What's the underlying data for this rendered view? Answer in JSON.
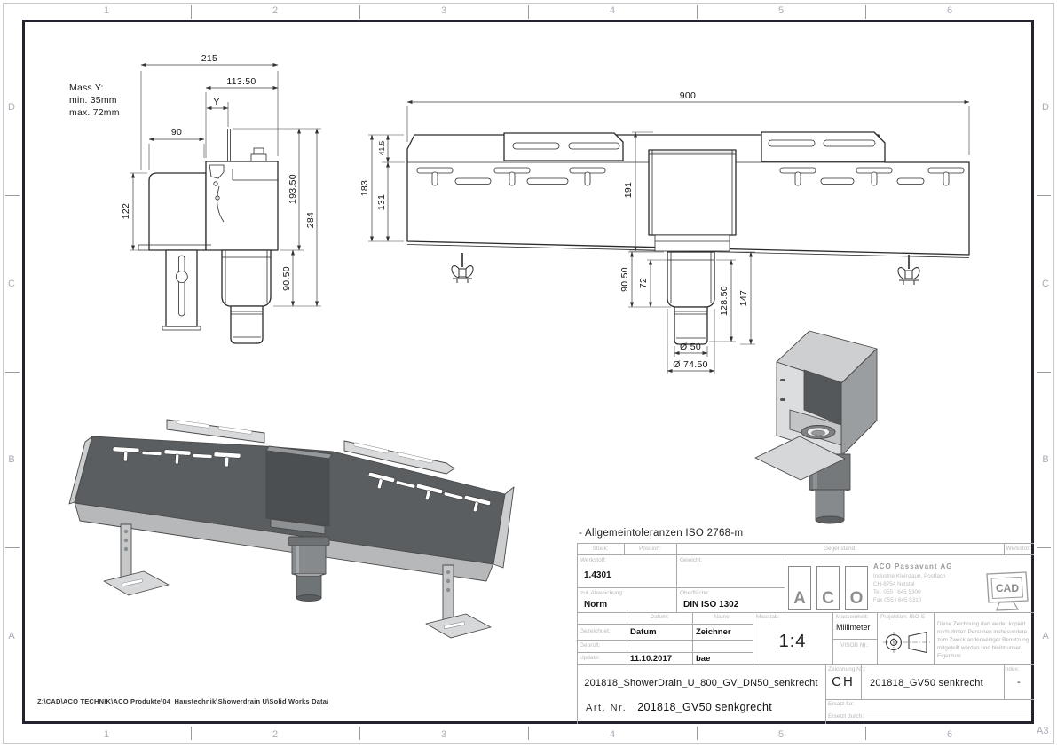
{
  "sheet": {
    "format": "A3",
    "grid_columns": [
      "1",
      "2",
      "3",
      "4",
      "5",
      "6"
    ],
    "grid_rows": [
      "D",
      "C",
      "B",
      "A"
    ]
  },
  "notes": {
    "mass_y_title": "Mass Y:",
    "mass_y_min": "min. 35mm",
    "mass_y_max": "max. 72mm",
    "tolerance_note": "- Allgemeintoleranzen ISO 2768-m",
    "file_path": "Z:\\CAD\\ACO TECHNIK\\ACO Produkte\\04_Haustechnik\\Showerdrain U\\Solid Works Data\\"
  },
  "side_view": {
    "dim_215": "215",
    "dim_113_50": "113.50",
    "dim_y": "Y",
    "dim_90": "90",
    "dim_122": "122",
    "dim_193_50": "193.50",
    "dim_284": "284",
    "dim_90_50": "90.50"
  },
  "front_view": {
    "dim_900": "900",
    "dim_41_5": "41.5",
    "dim_183": "183",
    "dim_131": "131",
    "dim_191": "191",
    "dim_90_50": "90.50",
    "dim_72": "72",
    "dim_128_50": "128.50",
    "dim_147": "147",
    "dim_dia_50": "Ø 50",
    "dim_dia_74_50": "Ø 74.50"
  },
  "title_block": {
    "labels": {
      "stueck": "Stück:",
      "position": "Position:",
      "gegenstand": "Gegenstand:",
      "werkstoff_top": "Werkstoff:",
      "werkstoff": "Werkstoff:",
      "gewicht": "Gewicht:",
      "abweichung": "zul. Abweichung:",
      "oberflaeche": "Oberfläche:",
      "datum": "Datum:",
      "name": "Name:",
      "masstab": "Masstab:",
      "gezeichnet": "Gezeichnet:",
      "geprueft": "Geprüft:",
      "update": "Update:",
      "masseinheit": "Masseinheit:",
      "vsob_nr": "VISOB Nr.:",
      "projektion": "Projektion: ISO-E",
      "zeichnung_nr": "Zeichnung Nr.:",
      "index": "Index:",
      "ersatz_fuer": "Ersatz für:",
      "ersetzt_durch": "Ersetzt durch:",
      "art_nr": "Art.  Nr."
    },
    "values": {
      "werkstoff": "1.4301",
      "abweichung": "Norm",
      "oberflaeche": "DIN ISO 1302",
      "gezeichnet_datum": "Datum",
      "gezeichnet_name": "Zeichner",
      "update_datum": "11.10.2017",
      "update_name": "bae",
      "masstab": "1:4",
      "masseinheit": "Millimeter",
      "zeichnung_land": "CH",
      "zeichnung_nr": "201818_GV50 senkrecht",
      "index": "-",
      "beschreibung": "201818_ShowerDrain_U_800_GV_DN50_senkrecht",
      "art_nr": "201818_GV50 senkgrecht"
    },
    "company": {
      "logo_letters": [
        "A",
        "C",
        "O"
      ],
      "name": "ACO Passavant AG",
      "address1": "Industrie Kleinzaun, Postfach",
      "address2": "CH-8754 Netstal",
      "tel": "Tel. 055 / 645 5300",
      "fax": "Fax 055 / 645 5310",
      "cad_badge": "CAD"
    },
    "disclaimer": {
      "line1": "Diese Zeichnung darf weder kopiert",
      "line2": "noch dritten Personen insbesondere",
      "line3": "zum Zweck anderweitiger Benutzung",
      "line4": "mitgeteilt werden und bleibt unser",
      "line5": "Eigentum"
    }
  }
}
